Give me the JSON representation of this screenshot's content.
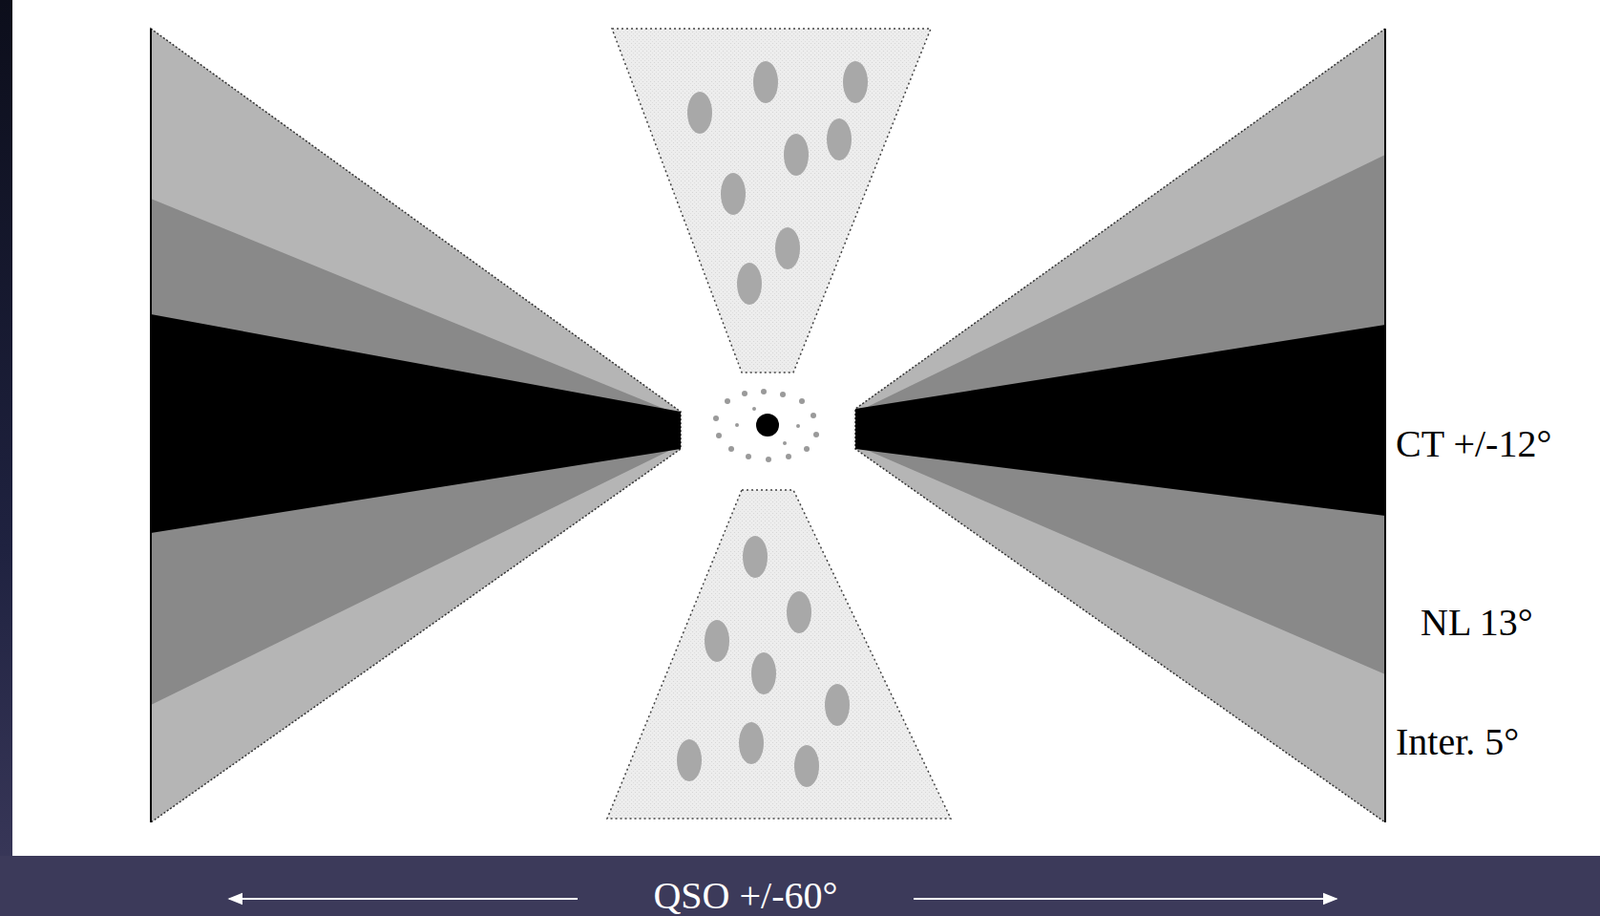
{
  "diagram": {
    "labels": [
      "CT +/-12°",
      "NL 13°",
      "Inter. 5°",
      "QSO +/-60°"
    ]
  }
}
